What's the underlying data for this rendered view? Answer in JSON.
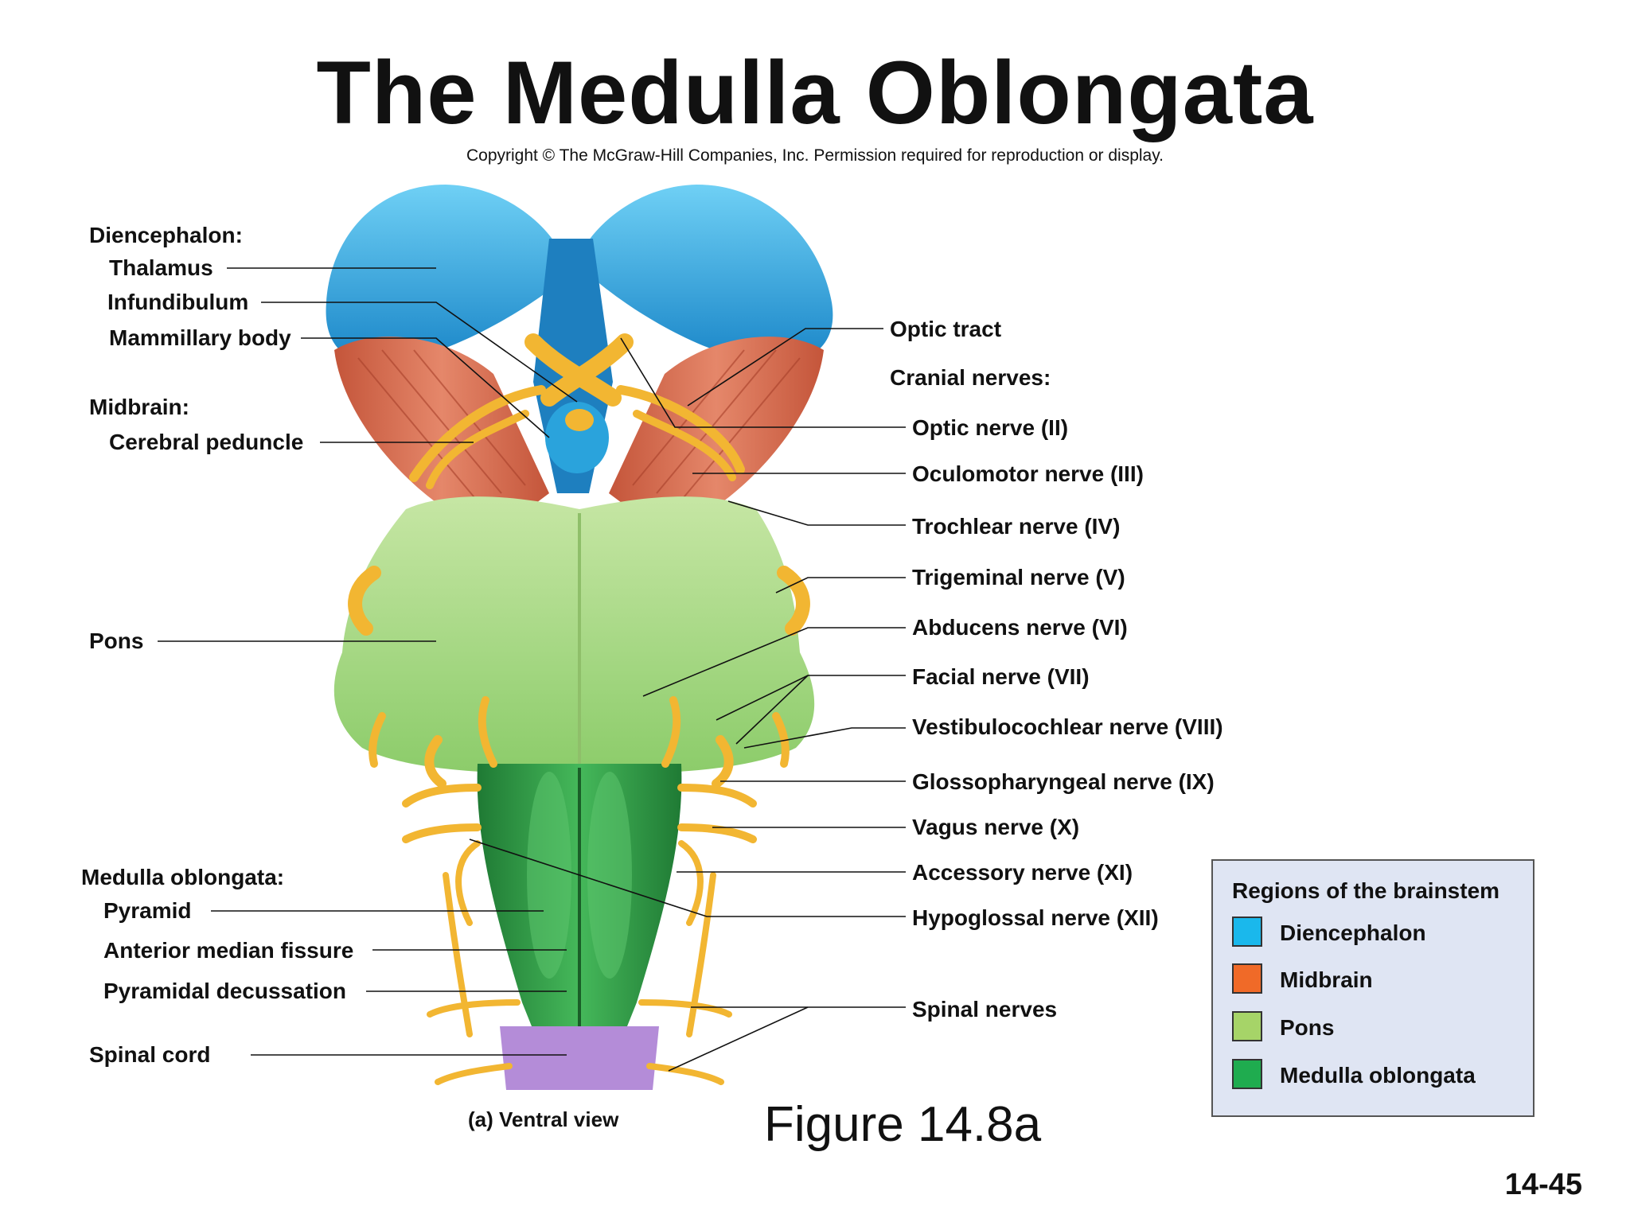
{
  "title": "The Medulla Oblongata",
  "copyright": "Copyright © The McGraw-Hill Companies, Inc. Permission required for reproduction or display.",
  "left_labels": {
    "diencephalon_heading": "Diencephalon:",
    "thalamus": "Thalamus",
    "infundibulum": "Infundibulum",
    "mammillary_body": "Mammillary body",
    "midbrain_heading": "Midbrain:",
    "cerebral_peduncle": "Cerebral peduncle",
    "pons": "Pons",
    "medulla_heading": "Medulla oblongata:",
    "pyramid": "Pyramid",
    "anterior_median_fissure": "Anterior median fissure",
    "pyramidal_decussation": "Pyramidal decussation",
    "spinal_cord": "Spinal cord"
  },
  "right_labels": {
    "optic_tract": "Optic tract",
    "cranial_nerves_heading": "Cranial nerves:",
    "optic_nerve": "Optic nerve (II)",
    "oculomotor_nerve": "Oculomotor nerve (III)",
    "trochlear_nerve": "Trochlear nerve (IV)",
    "trigeminal_nerve": "Trigeminal nerve (V)",
    "abducens_nerve": "Abducens nerve (VI)",
    "facial_nerve": "Facial nerve (VII)",
    "vestibulocochlear_nerve": "Vestibulocochlear nerve (VIII)",
    "glossopharyngeal_nerve": "Glossopharyngeal nerve (IX)",
    "vagus_nerve": "Vagus nerve (X)",
    "accessory_nerve": "Accessory nerve (XI)",
    "hypoglossal_nerve": "Hypoglossal nerve (XII)",
    "spinal_nerves": "Spinal nerves"
  },
  "view_label": "(a) Ventral view",
  "figure_caption": "Figure 14.8a",
  "slide_number": "14-45",
  "legend": {
    "title": "Regions of the brainstem",
    "items": [
      {
        "label": "Diencephalon",
        "color": "#1ab8ec"
      },
      {
        "label": "Midbrain",
        "color": "#f06a28"
      },
      {
        "label": "Pons",
        "color": "#a6d468"
      },
      {
        "label": "Medulla oblongata",
        "color": "#1fac4f"
      }
    ]
  },
  "colors": {
    "diencephalon": "#3fb0e0",
    "midbrain": "#d8684a",
    "pons": "#a8d882",
    "medulla": "#2e9e48",
    "nerve": "#f2b632",
    "spinal_cord": "#b48cd8"
  }
}
